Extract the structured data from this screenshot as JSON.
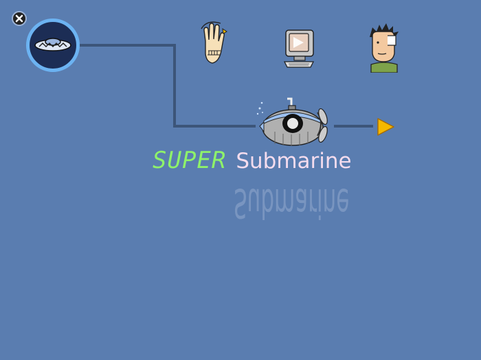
{
  "title": {
    "super": "SUPER",
    "submarine": "Submarine",
    "reflection": "Submarine"
  },
  "icons": {
    "close": "close-icon",
    "game": "ufo-icon",
    "hand": "hand-icon",
    "computer": "computer-icon",
    "face": "face-icon",
    "submarine": "submarine-icon",
    "play": "play-arrow-icon"
  },
  "colors": {
    "background": "#5a7db0",
    "super_text": "#8ef26a",
    "submarine_text": "#f4dcee",
    "play_arrow": "#f5b800"
  }
}
